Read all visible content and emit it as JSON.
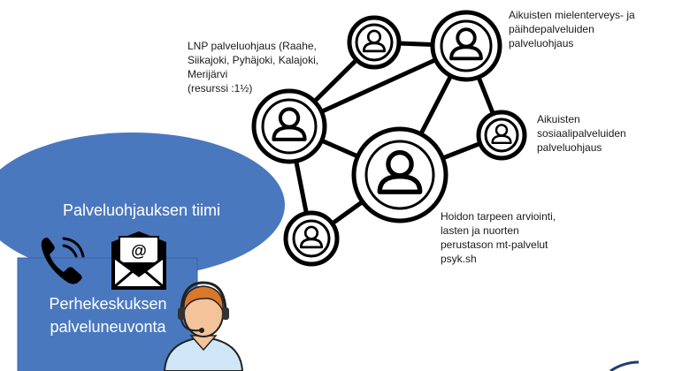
{
  "team": {
    "title": "Palveluohjauksen tiimi",
    "blob_color": "#4a78bf"
  },
  "counter": {
    "lines": [
      "Perhekeskuksen",
      "palveluneuvonta"
    ],
    "box_color": "#4a78bf",
    "icons": [
      "phone-icon",
      "email-icon",
      "customer-service-agent-icon"
    ]
  },
  "network": {
    "nodes": [
      {
        "id": "lnp",
        "icon": "person-icon",
        "lines": [
          "LNP palveluohjaus (Raahe,",
          "Siikajoki, Pyhäjoki, Kalajoki,",
          "Merijärvi",
          "(resurssi :1½)"
        ]
      },
      {
        "id": "mental",
        "icon": "person-icon",
        "lines": [
          "Aikuisten mielenterveys- ja",
          "päihdepalveluiden",
          "palveluohjaus"
        ]
      },
      {
        "id": "social",
        "icon": "person-icon",
        "lines": [
          "Aikuisten",
          "sosiaalipalveluiden",
          "palveluohjaus"
        ]
      },
      {
        "id": "care",
        "icon": "person-icon",
        "lines": [
          "Hoidon tarpeen arviointi,",
          "lasten ja nuorten",
          "perustason mt-palvelut",
          "psyk.sh"
        ]
      },
      {
        "id": "top",
        "icon": "person-icon",
        "lines": []
      },
      {
        "id": "bottom",
        "icon": "person-icon",
        "lines": []
      }
    ]
  }
}
